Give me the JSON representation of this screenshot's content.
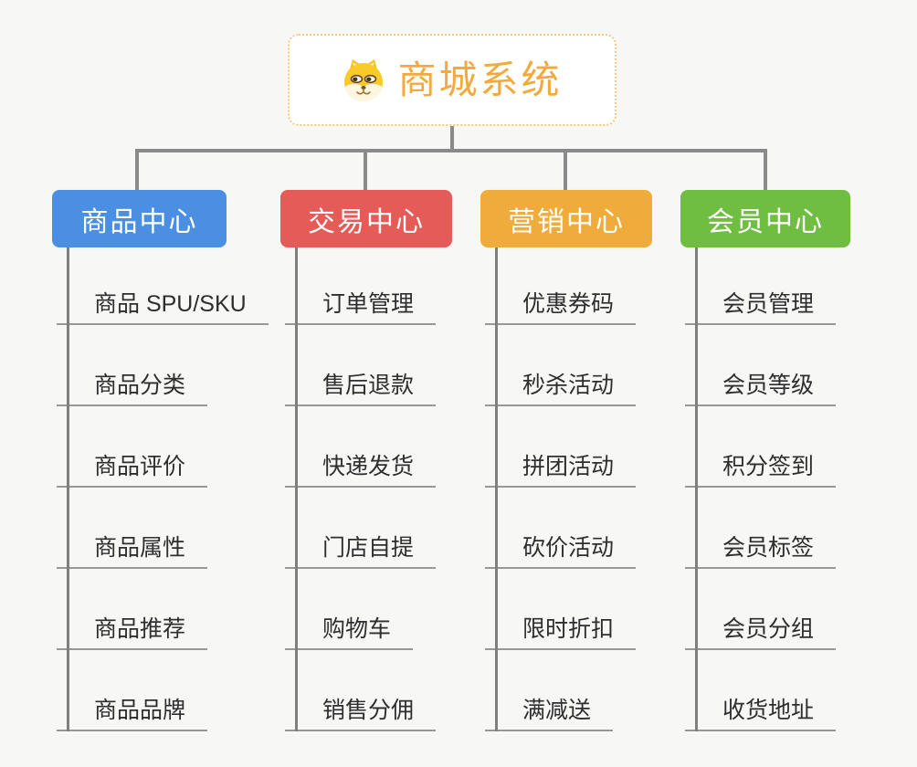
{
  "root": {
    "title": "商城系统",
    "icon": "shiba-dog-icon",
    "title_color": "#f2a93e",
    "border_color": "#f3c87e"
  },
  "connector_color": "#8a8a8a",
  "branches": [
    {
      "label": "商品中心",
      "color": "#4b8fe2",
      "items": [
        "商品 SPU/SKU",
        "商品分类",
        "商品评价",
        "商品属性",
        "商品推荐",
        "商品品牌"
      ]
    },
    {
      "label": "交易中心",
      "color": "#e45b58",
      "items": [
        "订单管理",
        "售后退款",
        "快递发货",
        "门店自提",
        "购物车",
        "销售分佣"
      ]
    },
    {
      "label": "营销中心",
      "color": "#efac3b",
      "items": [
        "优惠券码",
        "秒杀活动",
        "拼团活动",
        "砍价活动",
        "限时折扣",
        "满减送"
      ]
    },
    {
      "label": "会员中心",
      "color": "#6fbe42",
      "items": [
        "会员管理",
        "会员等级",
        "积分签到",
        "会员标签",
        "会员分组",
        "收货地址"
      ]
    }
  ]
}
